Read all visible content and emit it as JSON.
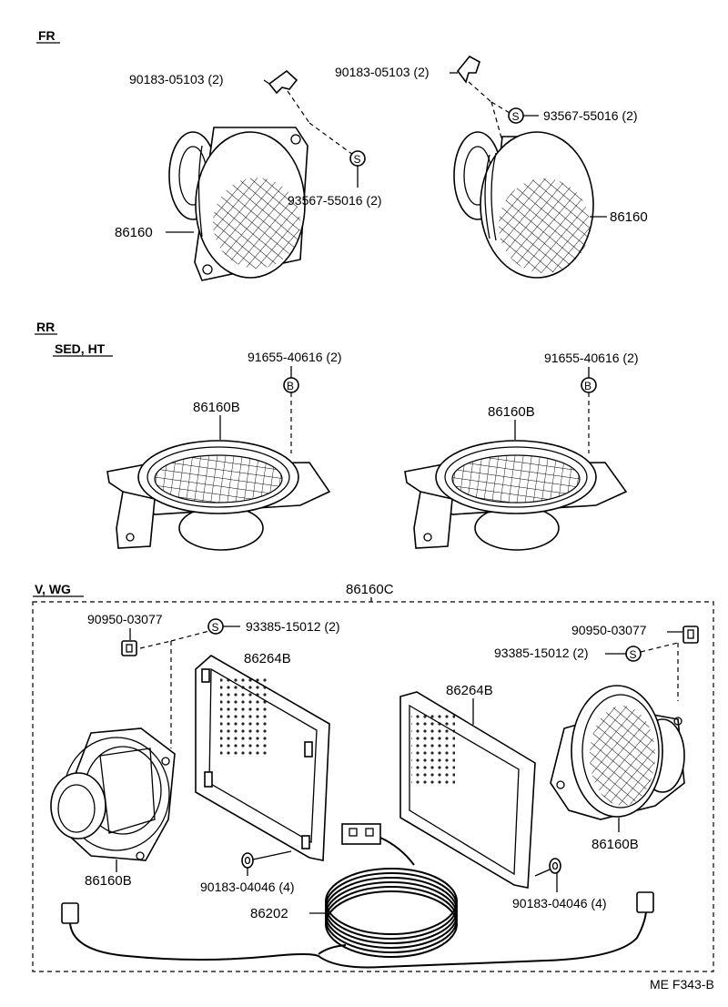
{
  "sections": {
    "fr": "FR",
    "rr": "RR",
    "rr_sub": "SED, HT",
    "vwg": "V, WG"
  },
  "symbols": {
    "s": "S",
    "b": "B"
  },
  "labels": {
    "fr_left_clip": "90183-05103 (2)",
    "fr_right_clip": "90183-05103 (2)",
    "fr_right_screw": "93567-55016 (2)",
    "fr_left_screw": "93567-55016 (2)",
    "fr_left_speaker": "86160",
    "fr_right_speaker": "86160",
    "rr_left_bolt": "91655-40616 (2)",
    "rr_right_bolt": "91655-40616 (2)",
    "rr_left_speaker": "86160B",
    "rr_right_speaker": "86160B",
    "vwg_assembly": "86160C",
    "vwg_left_grommet": "90950-03077",
    "vwg_left_screw": "93385-15012 (2)",
    "vwg_right_grommet": "90950-03077",
    "vwg_right_screw": "93385-15012 (2)",
    "vwg_left_box": "86264B",
    "vwg_right_box": "86264B",
    "vwg_right_speaker": "86160B",
    "vwg_left_speaker": "86160B",
    "vwg_left_nut": "90183-04046 (4)",
    "vwg_right_nut": "90183-04046 (4)",
    "vwg_wire": "86202",
    "catalog_code": "ME F343-B"
  }
}
